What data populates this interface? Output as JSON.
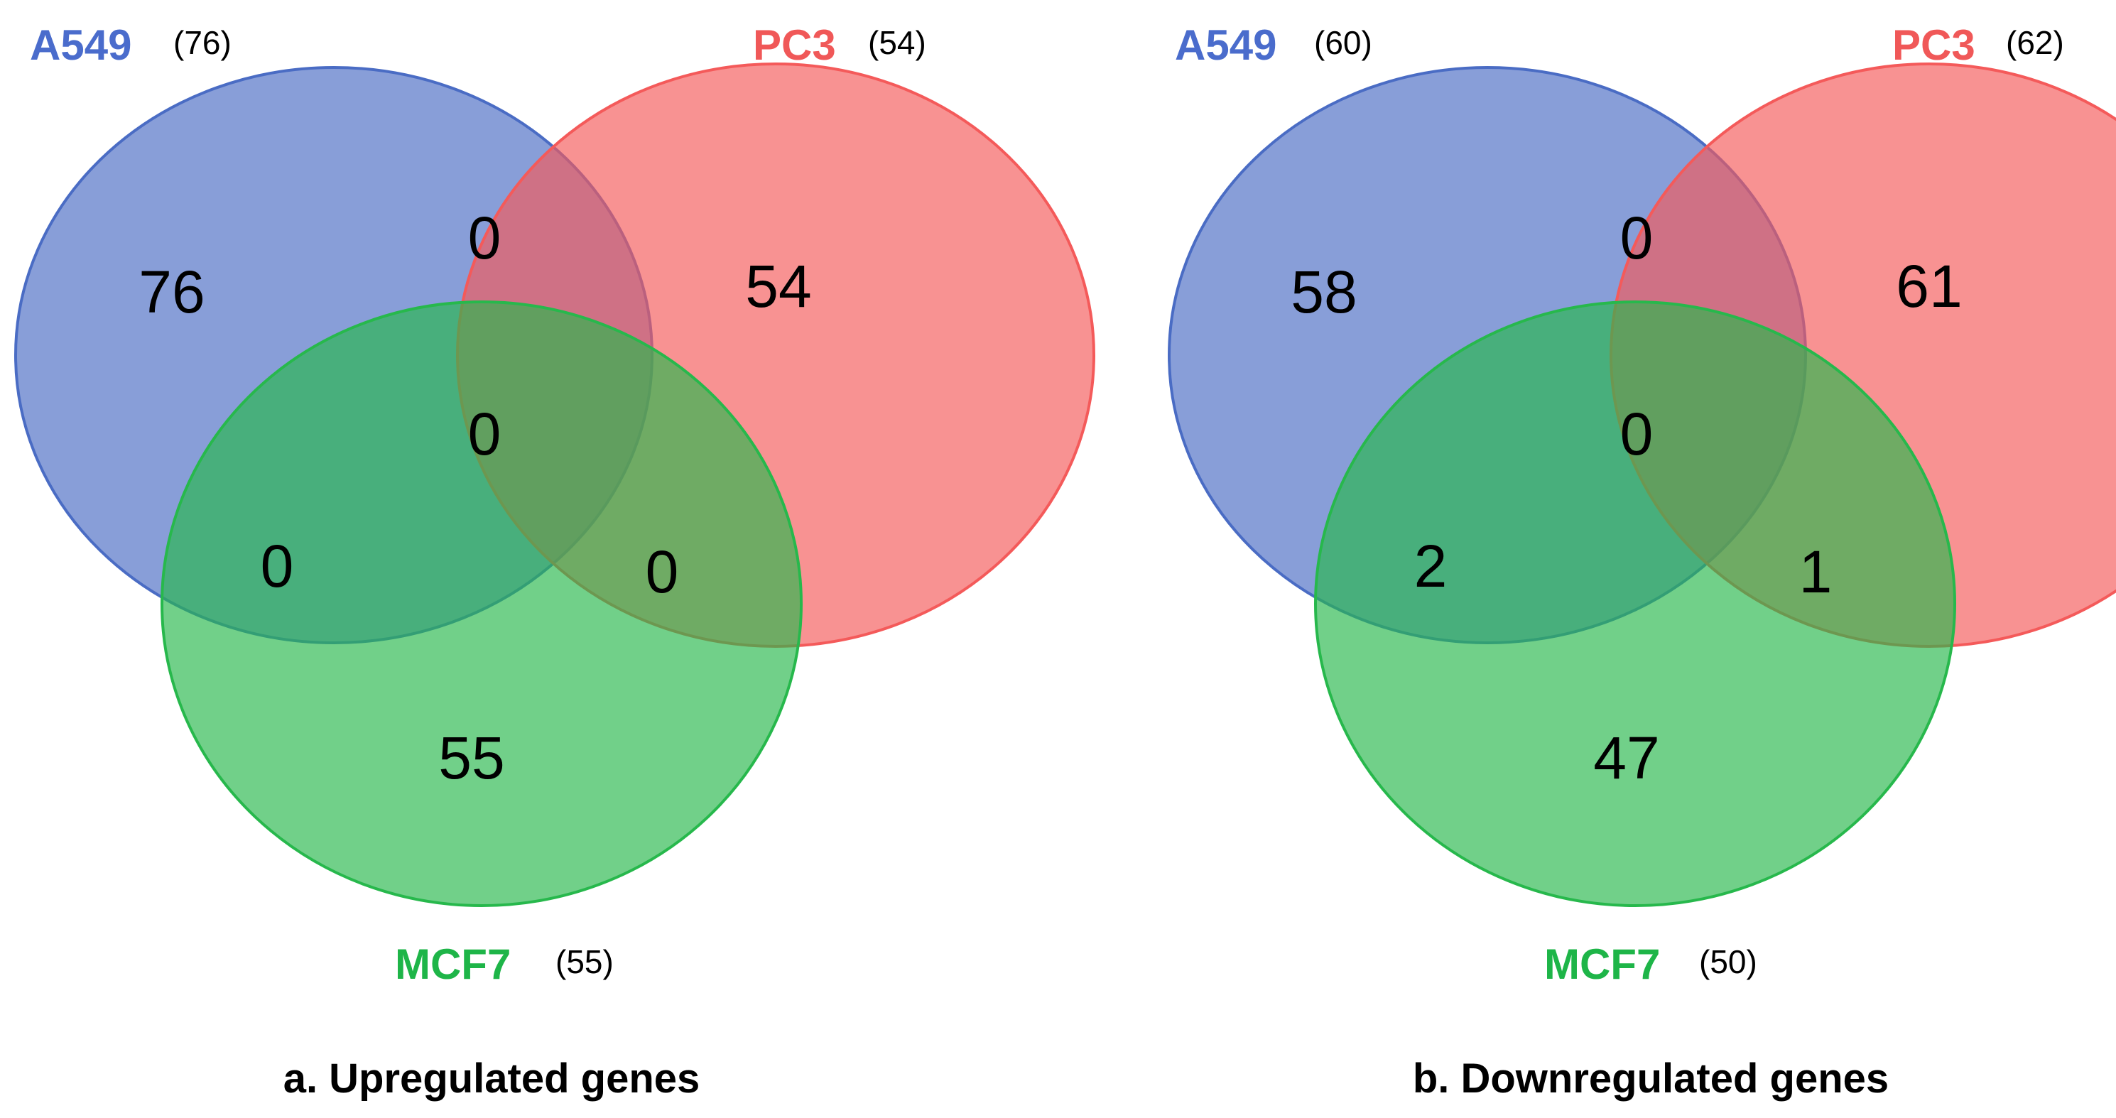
{
  "colors": {
    "a549": "#4a6cc4",
    "a549_label": "#4a6ccc",
    "pc3": "#f45a5a",
    "pc3_label": "#f05858",
    "mcf7": "#27b84c",
    "mcf7_label": "#1eb548",
    "text": "#000000"
  },
  "panels": [
    {
      "caption": "a. Upregulated genes",
      "sets": {
        "a549": {
          "name": "A549",
          "total": "(76)"
        },
        "pc3": {
          "name": "PC3",
          "total": "(54)"
        },
        "mcf7": {
          "name": "MCF7",
          "total": "(55)"
        }
      },
      "regions": {
        "a549_only": "76",
        "pc3_only": "54",
        "mcf7_only": "55",
        "a549_pc3": "0",
        "a549_mcf7": "0",
        "pc3_mcf7": "0",
        "all_three": "0"
      }
    },
    {
      "caption": "b. Downregulated genes",
      "sets": {
        "a549": {
          "name": "A549",
          "total": "(60)"
        },
        "pc3": {
          "name": "PC3",
          "total": "(62)"
        },
        "mcf7": {
          "name": "MCF7",
          "total": "(50)"
        }
      },
      "regions": {
        "a549_only": "58",
        "pc3_only": "61",
        "mcf7_only": "47",
        "a549_pc3": "0",
        "a549_mcf7": "2",
        "pc3_mcf7": "1",
        "all_three": "0"
      }
    }
  ]
}
